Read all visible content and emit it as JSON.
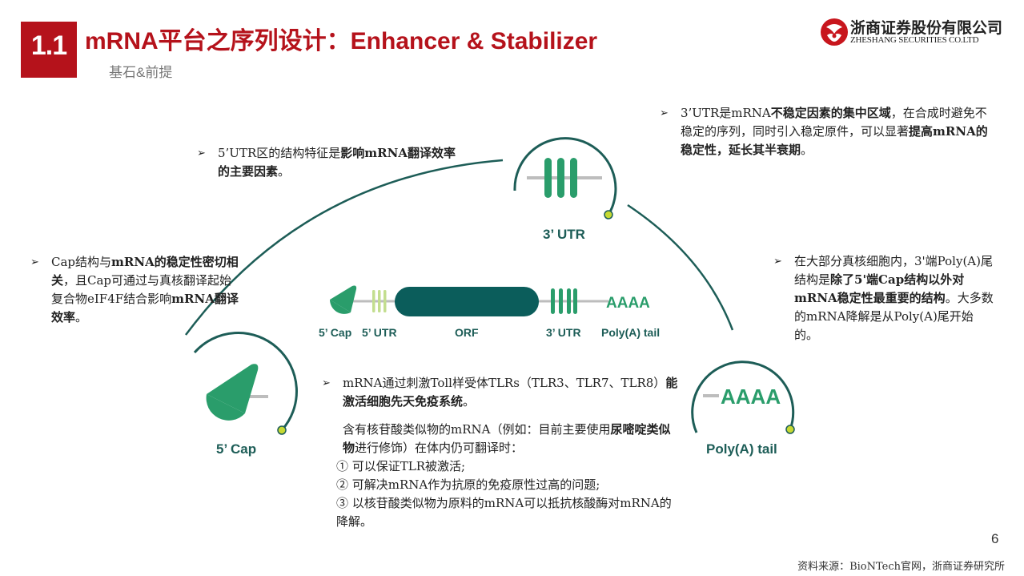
{
  "header": {
    "section_number": "1.1",
    "title": "mRNA平台之序列设计：Enhancer & Stabilizer",
    "subtitle": "基石&前提"
  },
  "logo": {
    "name_cn": "浙商证券股份有限公司",
    "name_en": "ZHESHANG SECURITIES CO.LTD"
  },
  "notes": {
    "utr5": {
      "bullet": "➢",
      "p1": "5’UTR区的结构特征是",
      "b1": "影响mRNA翻译效率的主要因素",
      "p2": "。"
    },
    "utr3": {
      "bullet": "➢",
      "p1": "3’UTR是mRNA",
      "b1": "不稳定因素的集中区域",
      "p2": "，在合成时避免不稳定的序列，同时引入稳定原件，可以显著",
      "b2": "提高mRNA的稳定性，延长其半衰期",
      "p3": "。"
    },
    "cap": {
      "bullet": "➢",
      "p1": "Cap结构与",
      "b1": "mRNA的稳定性密切相关",
      "p2": "，且Cap可通过与真核翻译起始复合物eIF4F结合影响",
      "b2": "mRNA翻译效率",
      "p3": "。"
    },
    "polya": {
      "bullet": "➢",
      "p1": "在大部分真核细胞内，3'端Poly(A)尾结构是",
      "b1": "除了5'端Cap结构以外对mRNA稳定性最重要的结构",
      "p2": "。大多数的mRNA降解是从Poly(A)尾开始的。"
    },
    "tlr": {
      "bullet": "➢",
      "p1": "mRNA通过刺激Toll样受体TLRs（TLR3、TLR7、TLR8）",
      "b1": "能激活细胞先天免疫系统",
      "p2": "。",
      "sub_p1": "含有核苷酸类似物的mRNA（例如：目前主要使用",
      "sub_b1": "尿嘧啶类似物",
      "sub_p2": "进行修饰）在体内仍可翻译时：",
      "items": [
        "① 可以保证TLR被激活;",
        "② 可解决mRNA作为抗原的免疫原性过高的问题;",
        "③ 以核苷酸类似物为原料的mRNA可以抵抗核酸酶对mRNA的降解。"
      ]
    }
  },
  "diagram": {
    "circle_labels": {
      "cap": "5’ Cap",
      "utr3": "3’ UTR",
      "polya": "Poly(A) tail"
    },
    "polya_glyph": "AAAA",
    "segment_labels": {
      "cap": "5’ Cap",
      "utr5": "5’ UTR",
      "orf": "ORF",
      "utr3": "3’ UTR",
      "polya": "Poly(A) tail"
    },
    "colors": {
      "dark_teal": "#0b5d5b",
      "green": "#2a9d6b",
      "light_green": "#c3de8f",
      "lime_dot": "#c6d932",
      "brand_red": "#b5121b",
      "gray": "#bdbdbd"
    }
  },
  "footer": {
    "page_number": "6",
    "source": "资料来源：BioNTech官网，浙商证券研究所"
  }
}
